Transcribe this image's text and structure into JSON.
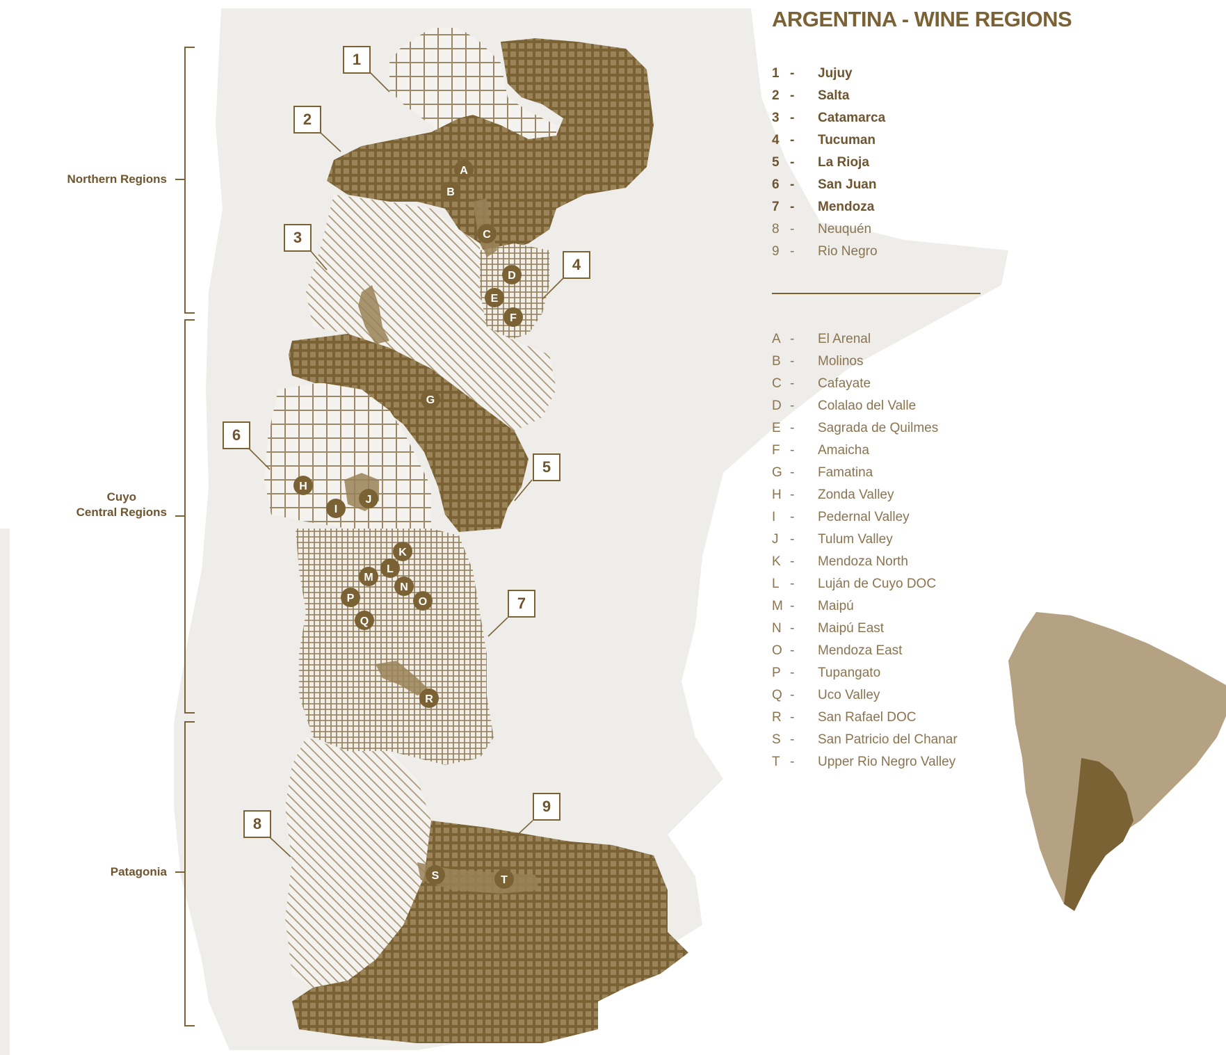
{
  "title": "ARGENTINA - WINE REGIONS",
  "colors": {
    "land": "#eeedea",
    "dark_pattern": "#7a6234",
    "light_pattern": "#b5a282",
    "marker": "#7a6234",
    "continent": "#b5a282",
    "argentina_highlight": "#7a6234"
  },
  "group_labels": {
    "northern": "Northern Regions",
    "cuyo_line1": "Cuyo",
    "cuyo_line2": "Central Regions",
    "patagonia": "Patagonia"
  },
  "provinces": [
    {
      "num": "1",
      "name": "Jujuy"
    },
    {
      "num": "2",
      "name": "Salta"
    },
    {
      "num": "3",
      "name": "Catamarca"
    },
    {
      "num": "4",
      "name": "Tucuman"
    },
    {
      "num": "5",
      "name": "La Rioja"
    },
    {
      "num": "6",
      "name": "San Juan"
    },
    {
      "num": "7",
      "name": "Mendoza"
    },
    {
      "num": "8",
      "name": "Neuquén"
    },
    {
      "num": "9",
      "name": "Rio Negro"
    }
  ],
  "sub_regions": [
    {
      "code": "A",
      "name": "El Arenal"
    },
    {
      "code": "B",
      "name": "Molinos"
    },
    {
      "code": "C",
      "name": "Cafayate"
    },
    {
      "code": "D",
      "name": "Colalao del Valle"
    },
    {
      "code": "E",
      "name": "Sagrada de Quilmes"
    },
    {
      "code": "F",
      "name": "Amaicha"
    },
    {
      "code": "G",
      "name": "Famatina"
    },
    {
      "code": "H",
      "name": "Zonda Valley"
    },
    {
      "code": "I",
      "name": "Pedernal Valley"
    },
    {
      "code": "J",
      "name": "Tulum Valley"
    },
    {
      "code": "K",
      "name": "Mendoza North"
    },
    {
      "code": "L",
      "name": "Luján de Cuyo DOC"
    },
    {
      "code": "M",
      "name": "Maipú"
    },
    {
      "code": "N",
      "name": "Maipú East"
    },
    {
      "code": "O",
      "name": "Mendoza East"
    },
    {
      "code": "P",
      "name": "Tupangato"
    },
    {
      "code": "Q",
      "name": "Uco Valley"
    },
    {
      "code": "R",
      "name": "San Rafael DOC"
    },
    {
      "code": "S",
      "name": "San Patricio del Chanar"
    },
    {
      "code": "T",
      "name": "Upper Rio Negro Valley"
    }
  ],
  "dash": "-"
}
